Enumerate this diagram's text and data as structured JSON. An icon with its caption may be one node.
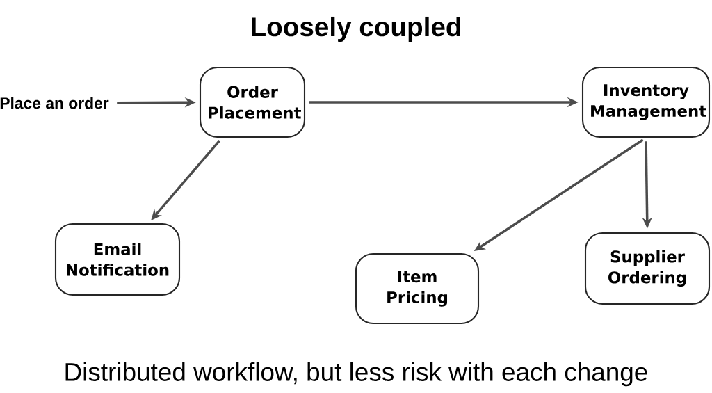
{
  "diagram": {
    "title": "Loosely coupled",
    "caption": "Distributed workflow, but less risk with each change",
    "nodes": [
      {
        "text": [
          "Place an order"
        ]
      },
      {
        "text": [
          "Order Placement"
        ]
      },
      {
        "text": [
          "Inventory Management"
        ]
      },
      {
        "text": [
          "Email Notification"
        ]
      },
      {
        "text": [
          "Item Pricing"
        ]
      },
      {
        "text": [
          "Supplier Ordering"
        ]
      }
    ],
    "edges": [
      {
        "from": 0,
        "to": 1,
        "arrow": "to"
      },
      {
        "from": 1,
        "to": 2,
        "arrow": "to"
      },
      {
        "from": 1,
        "to": 3,
        "arrow": "to"
      },
      {
        "from": 2,
        "to": 4,
        "arrow": "to"
      },
      {
        "from": 2,
        "to": 5,
        "arrow": "to"
      }
    ]
  }
}
